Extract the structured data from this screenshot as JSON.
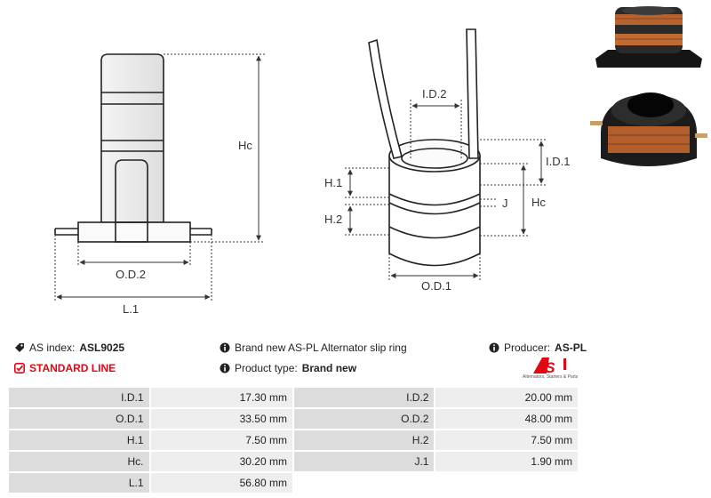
{
  "drawing": {
    "left_labels": {
      "hc": "Hc",
      "od2": "O.D.2",
      "l1": "L.1"
    },
    "right_labels": {
      "id2": "I.D.2",
      "id1": "I.D.1",
      "h1": "H.1",
      "h2": "H.2",
      "j": "J",
      "hc": "Hc",
      "od1": "O.D.1"
    }
  },
  "info": {
    "as_index_label": "AS index:",
    "as_index_value": "ASL9025",
    "description": "Brand new AS-PL Alternator slip ring",
    "producer_label": "Producer:",
    "producer_value": "AS-PL",
    "line": "STANDARD LINE",
    "product_type_label": "Product type:",
    "product_type_value": "Brand new"
  },
  "logo": {
    "text": "AS",
    "tagline": "Alternators, Starters & Parts"
  },
  "specs": [
    {
      "k1": "I.D.1",
      "v1": "17.30 mm",
      "k2": "I.D.2",
      "v2": "20.00 mm"
    },
    {
      "k1": "O.D.1",
      "v1": "33.50 mm",
      "k2": "O.D.2",
      "v2": "48.00 mm"
    },
    {
      "k1": "H.1",
      "v1": "7.50 mm",
      "k2": "H.2",
      "v2": "7.50 mm"
    },
    {
      "k1": "Hc.",
      "v1": "30.20 mm",
      "k2": "J.1",
      "v2": "1.90 mm"
    },
    {
      "k1": "L.1",
      "v1": "56.80 mm",
      "k2": "",
      "v2": ""
    }
  ],
  "colors": {
    "accent_red": "#e30613",
    "header_cell": "#dcdcdc",
    "value_cell": "#eeeeee"
  }
}
